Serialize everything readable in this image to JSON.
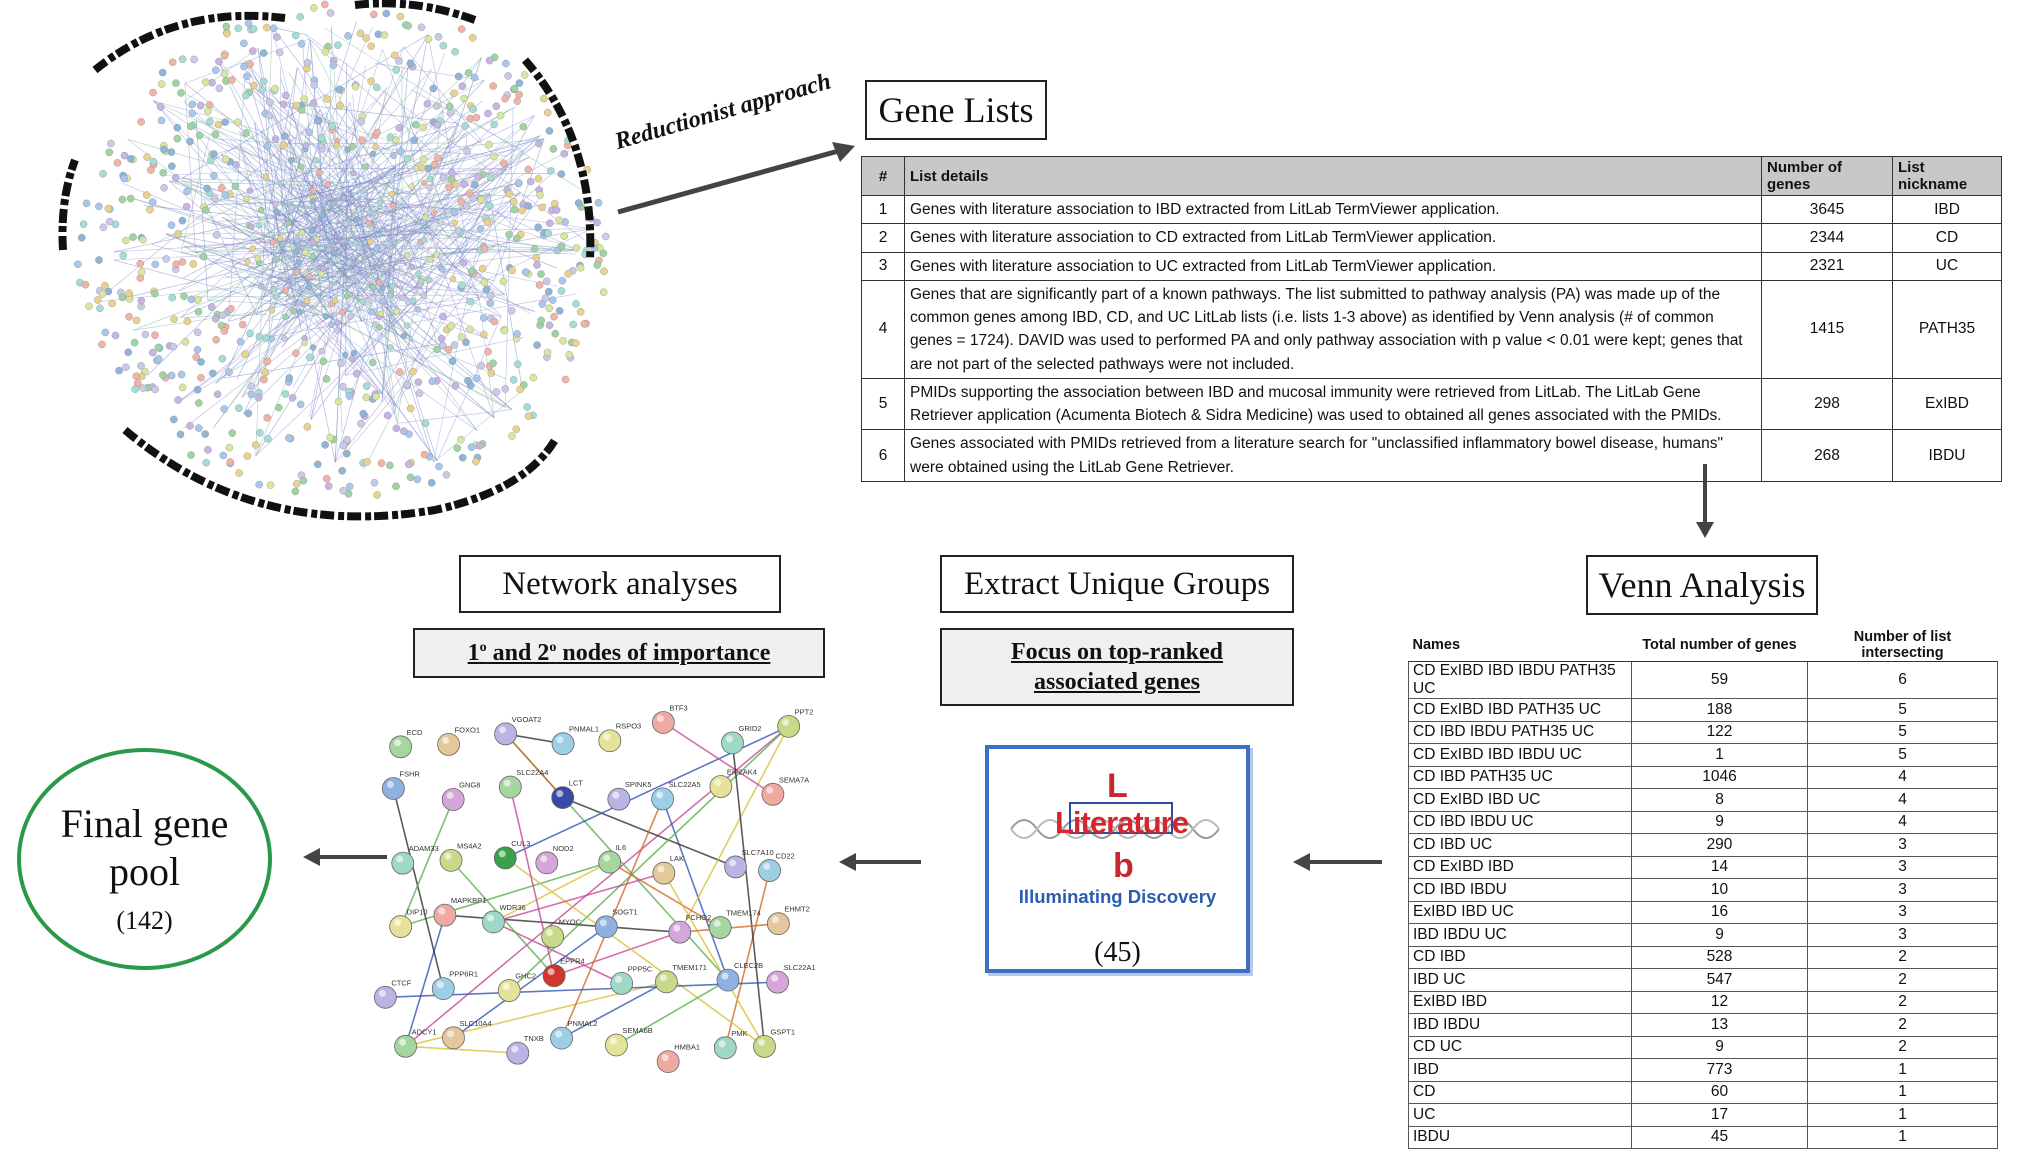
{
  "reductionist_label": "Reductionist approach",
  "gene_lists": {
    "title": "Gene Lists",
    "headers": [
      "#",
      "List details",
      "Number of genes",
      "List nickname"
    ],
    "rows": [
      {
        "num": "1",
        "details": "Genes with literature association to IBD extracted from LitLab TermViewer application.",
        "count": "3645",
        "nick": "IBD"
      },
      {
        "num": "2",
        "details": "Genes with literature association to CD extracted from LitLab TermViewer application.",
        "count": "2344",
        "nick": "CD"
      },
      {
        "num": "3",
        "details": "Genes with literature association to UC extracted from LitLab TermViewer application.",
        "count": "2321",
        "nick": "UC"
      },
      {
        "num": "4",
        "details": "Genes that are significantly part of a known pathways. The list submitted to pathway analysis (PA) was made up of the common genes among IBD, CD, and UC LitLab lists (i.e. lists 1-3 above) as identified by Venn analysis (# of common genes = 1724). DAVID was used to performed PA and only pathway association with p value < 0.01 were kept; genes that are not part of the selected pathways were not included.",
        "count": "1415",
        "nick": "PATH35"
      },
      {
        "num": "5",
        "details": "PMIDs supporting the association between IBD and mucosal immunity were retrieved from LitLab. The LitLab Gene Retriever application (Acumenta Biotech & Sidra Medicine) was used to obtained all genes associated with the PMIDs.",
        "count": "298",
        "nick": "ExIBD"
      },
      {
        "num": "6",
        "details": "Genes associated with PMIDs retrieved from a literature search for \"unclassified inflammatory bowel disease, humans\" were obtained using the LitLab Gene Retriever.",
        "count": "268",
        "nick": "IBDU"
      }
    ]
  },
  "venn": {
    "title": "Venn Analysis",
    "headers": [
      "Names",
      "Total number of genes",
      "Number of list intersecting"
    ],
    "rows": [
      {
        "name": "CD ExIBD IBD IBDU PATH35 UC",
        "total": "59",
        "k": "6"
      },
      {
        "name": "CD ExIBD IBD PATH35 UC",
        "total": "188",
        "k": "5"
      },
      {
        "name": "CD IBD IBDU PATH35 UC",
        "total": "122",
        "k": "5"
      },
      {
        "name": "CD ExIBD IBD IBDU UC",
        "total": "1",
        "k": "5"
      },
      {
        "name": "CD IBD PATH35 UC",
        "total": "1046",
        "k": "4"
      },
      {
        "name": "CD ExIBD IBD UC",
        "total": "8",
        "k": "4"
      },
      {
        "name": "CD IBD IBDU UC",
        "total": "9",
        "k": "4"
      },
      {
        "name": "CD IBD UC",
        "total": "290",
        "k": "3"
      },
      {
        "name": "CD ExIBD IBD",
        "total": "14",
        "k": "3"
      },
      {
        "name": "CD IBD IBDU",
        "total": "10",
        "k": "3"
      },
      {
        "name": "ExIBD IBD UC",
        "total": "16",
        "k": "3"
      },
      {
        "name": "IBD IBDU UC",
        "total": "9",
        "k": "3"
      },
      {
        "name": "CD IBD",
        "total": "528",
        "k": "2"
      },
      {
        "name": "IBD UC",
        "total": "547",
        "k": "2"
      },
      {
        "name": "ExIBD IBD",
        "total": "12",
        "k": "2"
      },
      {
        "name": "IBD IBDU",
        "total": "13",
        "k": "2"
      },
      {
        "name": "CD UC",
        "total": "9",
        "k": "2"
      },
      {
        "name": "IBD",
        "total": "773",
        "k": "1"
      },
      {
        "name": "CD",
        "total": "60",
        "k": "1"
      },
      {
        "name": "UC",
        "total": "17",
        "k": "1"
      },
      {
        "name": "IBDU",
        "total": "45",
        "k": "1"
      }
    ]
  },
  "extract": {
    "title": "Extract Unique Groups",
    "subtitle_line1": "Focus on top-ranked",
    "subtitle_line2": "associated genes",
    "logo_word": "Literature",
    "logo_L": "L",
    "logo_b": "b",
    "logo_tagline": "Illuminating Discovery",
    "count": "(45)"
  },
  "network": {
    "title": "Network analyses",
    "subtitle_a": "1",
    "subtitle_sup1": "o",
    "subtitle_b": " and 2",
    "subtitle_sup2": "o",
    "subtitle_c": " nodes of importance",
    "node_labels": [
      "ECD",
      "FOXO1",
      "VGOAT2",
      "PNMAL1",
      "RSPO3",
      "BTF3",
      "GRID2",
      "PPT2",
      "FSHR",
      "GNG8",
      "SLC22A4",
      "LCT",
      "SPINK5",
      "SLC22A5",
      "EIF2AK4",
      "SEMA7A",
      "ADAM33",
      "MS4A2",
      "CUL3",
      "NOD2",
      "IL6",
      "LAK",
      "SLC7A10",
      "CD22",
      "DIP10",
      "MAPKBP1",
      "WDR36",
      "MYOC",
      "SOGT1",
      "FCHO2",
      "TMEM174",
      "EHMT2",
      "CTCF",
      "PPP6R1",
      "GHC2",
      "EPPR4",
      "PPP5C",
      "TMEM171",
      "CLEC2B",
      "SLC22A1",
      "ADCY1",
      "SLC10A4",
      "TNXB",
      "PNMAL2",
      "SEMA6B",
      "HMBA1",
      "PMK",
      "GSPT1"
    ]
  },
  "final": {
    "line1": "Final gene",
    "line2": "pool",
    "count": "(142)"
  }
}
